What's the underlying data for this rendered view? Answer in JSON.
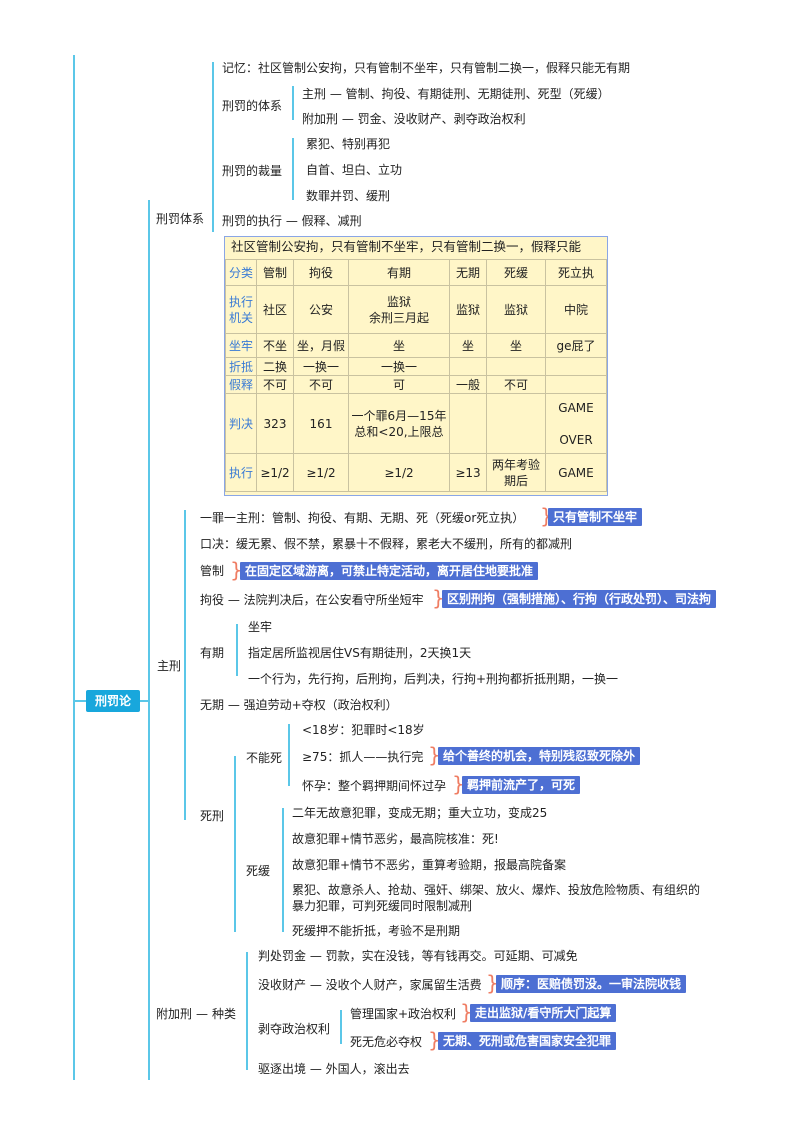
{
  "root": "刑罚论",
  "branches": {
    "xfts": {
      "label": "刑罚体系",
      "memory": "记忆：社区管制公安拘，只有管制不坐牢，只有管制二换一，假释只能无有期",
      "tixi": {
        "label": "刑罚的体系",
        "zhu": "主刑 — 管制、拘役、有期徒刑、无期徒刑、死型（死缓）",
        "fu": "附加刑 — 罚金、没收财产、剥夺政治权利"
      },
      "cailiang": {
        "label": "刑罚的裁量",
        "items": [
          "累犯、特别再犯",
          "自首、坦白、立功",
          "数罪并罚、缓刑"
        ]
      },
      "zhixing": "刑罚的执行 — 假释、减刑",
      "table": {
        "caption": "社区管制公安拘，只有管制不坐牢，只有管制二换一，假释只能",
        "header": [
          "分类",
          "管制",
          "拘役",
          "有期",
          "无期",
          "死缓",
          "死立执"
        ],
        "rows": [
          [
            "执行机关",
            "社区",
            "公安",
            "监狱\n余刑三月起",
            "监狱",
            "监狱",
            "中院"
          ],
          [
            "坐牢",
            "不坐",
            "坐，月假",
            "坐",
            "坐",
            "坐",
            "ge屁了"
          ],
          [
            "折抵",
            "二换",
            "一换一",
            "一换一",
            "",
            "",
            ""
          ],
          [
            "假释",
            "不可",
            "不可",
            "可",
            "一般",
            "不可",
            ""
          ],
          [
            "判决",
            "323",
            "161",
            "一个罪6月—15年\n总和<20,上限总",
            "",
            "",
            "GAME\n\nOVER"
          ],
          [
            "执行",
            "≥1/2",
            "≥1/2",
            "≥1/2",
            "≥13",
            "两年考验期后",
            "GAME"
          ]
        ]
      }
    },
    "zhuxing": {
      "label": "主刑",
      "yizui": "一罪一主刑：管制、拘役、有期、无期、死（死缓or死立执）",
      "yizui_note": "只有管制不坐牢",
      "koujue": "口决：缓无累、假不禁，累暴十不假释，累老大不缓刑，所有的都减刑",
      "guanzhi": "管制",
      "guanzhi_note": "在固定区域游离，可禁止特定活动，离开居住地要批准",
      "juyi": "拘役 — 法院判决后，在公安看守所坐短牢",
      "juyi_note": "区别刑拘（强制措施）、行拘（行政处罚）、司法拘",
      "youqi": {
        "label": "有期",
        "items": [
          "坐牢",
          "指定居所监视居住VS有期徒刑，2天换1天",
          "一个行为，先行拘，后刑拘，后判决，行拘+刑拘都折抵刑期，一换一"
        ]
      },
      "wuqi": "无期 — 强迫劳动+夺权（政治权利）",
      "sixing": {
        "label": "死刑",
        "buneng": {
          "label": "不能死",
          "a": "<18岁：犯罪时<18岁",
          "b": "≥75：抓人——执行完",
          "b_note": "给个善终的机会，特别残忍致死除外",
          "c": "怀孕：整个羁押期间怀过孕",
          "c_note": "羁押前流产了，可死"
        },
        "sihuan": {
          "label": "死缓",
          "items": [
            "二年无故意犯罪，变成无期；重大立功，变成25",
            "故意犯罪+情节恶劣，最高院核准：死!",
            "故意犯罪+情节不恶劣，重算考验期，报最高院备案",
            "累犯、故意杀人、抢劫、强奸、绑架、放火、爆炸、投放危险物质、有组织的暴力犯罪，可判死缓同时限制减刑",
            "死缓押不能折抵，考验不是刑期"
          ]
        }
      }
    },
    "fujia": {
      "label": "附加刑",
      "zhonglei": "种类",
      "fajin": "判处罚金 — 罚款，实在没钱，等有钱再交。可延期、可减免",
      "moshou": "没收财产 — 没收个人财产，家属留生活费",
      "moshou_note": "顺序：医赔债罚没。一审法院收钱",
      "boduo": {
        "label": "剥夺政治权利",
        "a": "管理国家+政治权利",
        "a_note": "走出监狱/看守所大门起算",
        "b": "死无危必夺权",
        "b_note": "无期、死刑或危害国家安全犯罪"
      },
      "quzhu": "驱逐出境 — 外国人，滚出去"
    }
  }
}
